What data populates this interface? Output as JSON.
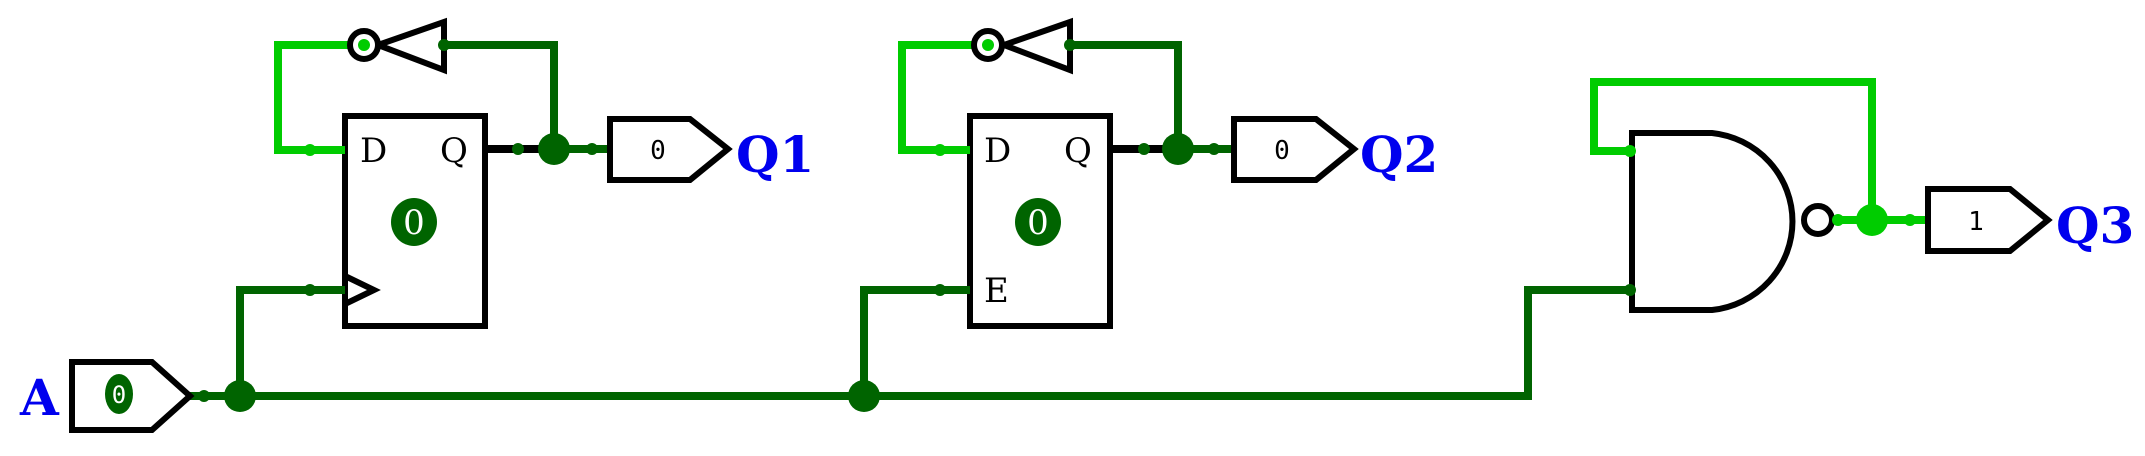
{
  "colors": {
    "wire_low": "#006400",
    "wire_high": "#00cc00",
    "stroke": "#000000",
    "label": "#0000ee",
    "state_fill": "#006400",
    "state_text": "#ffffff"
  },
  "input": {
    "name": "A",
    "value": "0"
  },
  "ff1": {
    "d_label": "D",
    "q_label": "Q",
    "state": "0",
    "output_name": "Q1",
    "output_value": "0"
  },
  "ff2": {
    "d_label": "D",
    "q_label": "Q",
    "e_label": "E",
    "state": "0",
    "output_name": "Q2",
    "output_value": "0"
  },
  "gate": {
    "output_name": "Q3",
    "output_value": "1"
  }
}
